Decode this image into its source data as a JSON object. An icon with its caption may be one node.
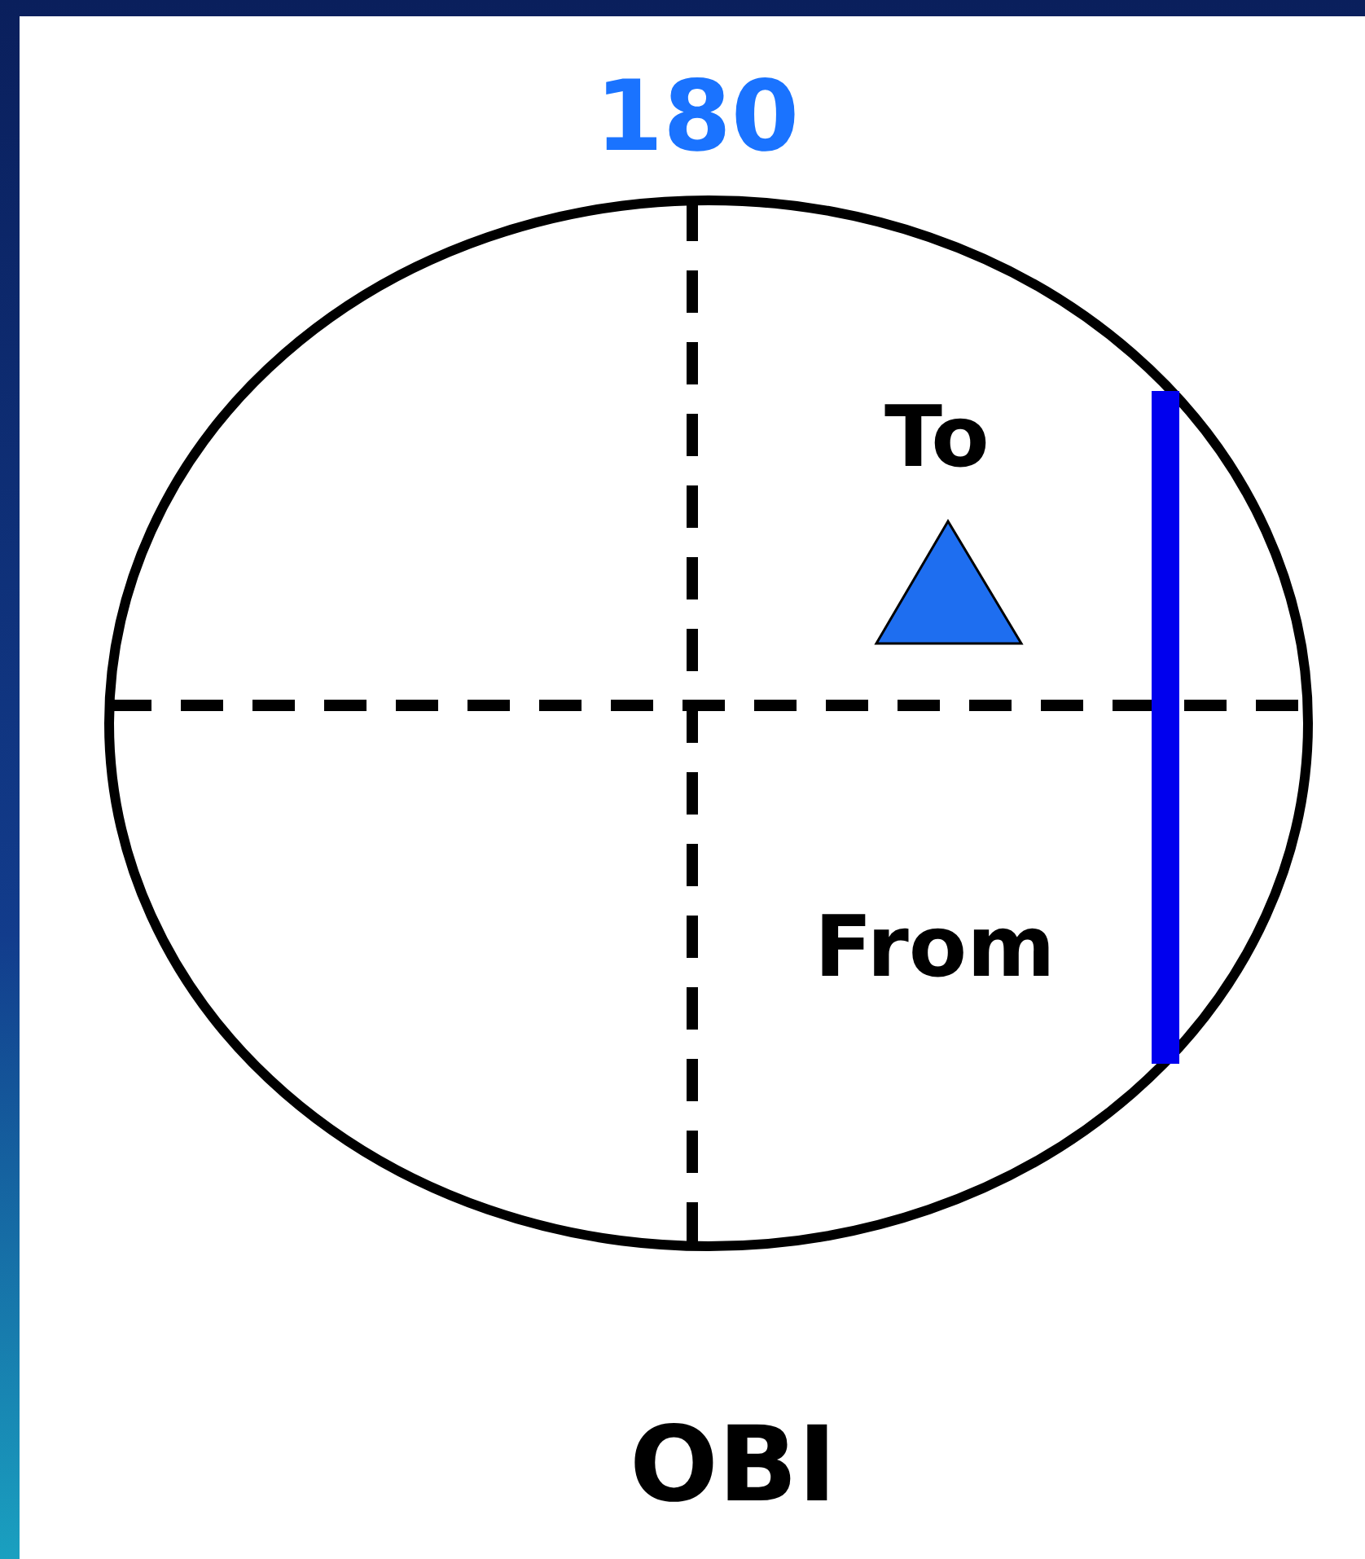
{
  "diagram": {
    "caption": "OBI",
    "labels": [
      "180",
      "To",
      "From"
    ]
  }
}
